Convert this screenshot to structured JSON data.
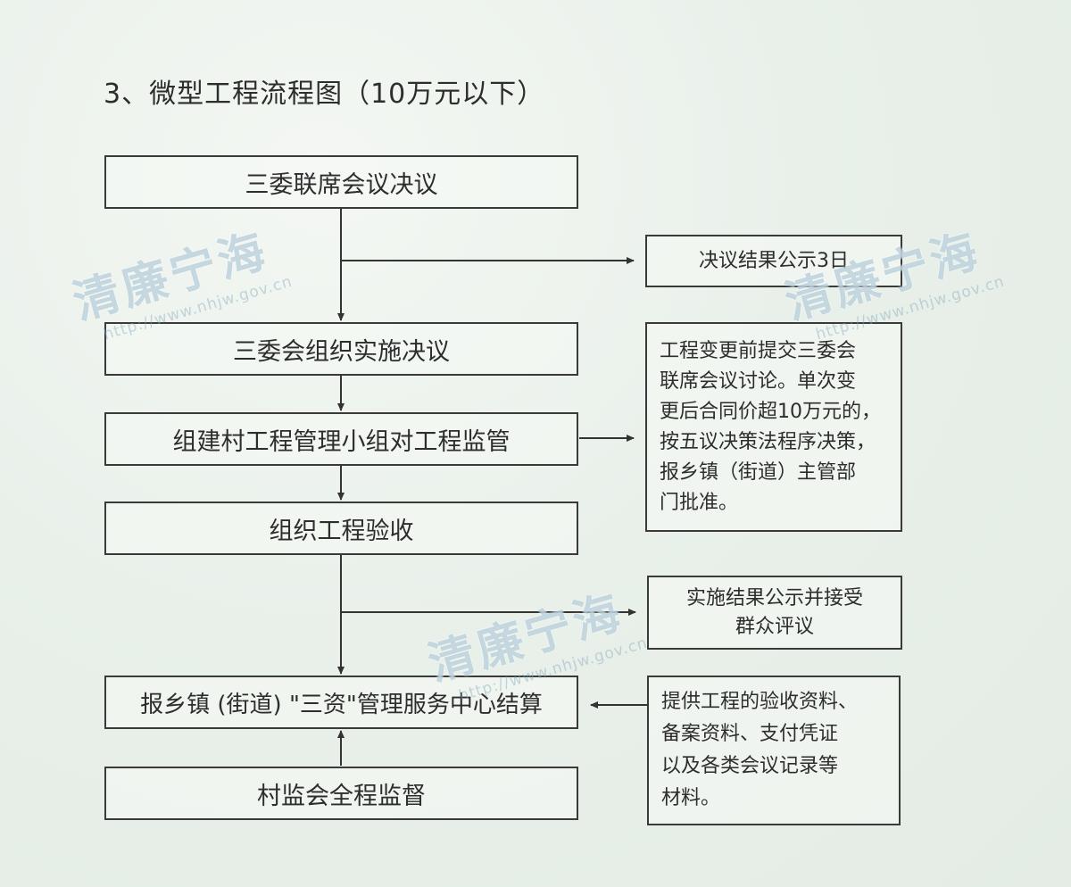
{
  "title": "3、微型工程流程图（10万元以下）",
  "flow": {
    "steps": [
      "三委联席会议决议",
      "三委会组织实施决议",
      "组建村工程管理小组对工程监管",
      "组织工程验收",
      "报乡镇 (街道) \"三资\"管理服务中心结算",
      "村监会全程监督"
    ],
    "notes": [
      "决议结果公示3日",
      "工程变更前提交三委会\n联席会议讨论。单次变\n更后合同价超10万元的，\n按五议决策法程序决策，\n报乡镇（街道）主管部\n门批准。",
      "实施结果公示并接受\n群众评议",
      "提供工程的验收资料、\n备案资料、支付凭证\n以及各类会议记录等\n材料。"
    ]
  },
  "watermark": {
    "text": "清廉宁海",
    "url": "http://www.nhjw.gov.cn"
  }
}
